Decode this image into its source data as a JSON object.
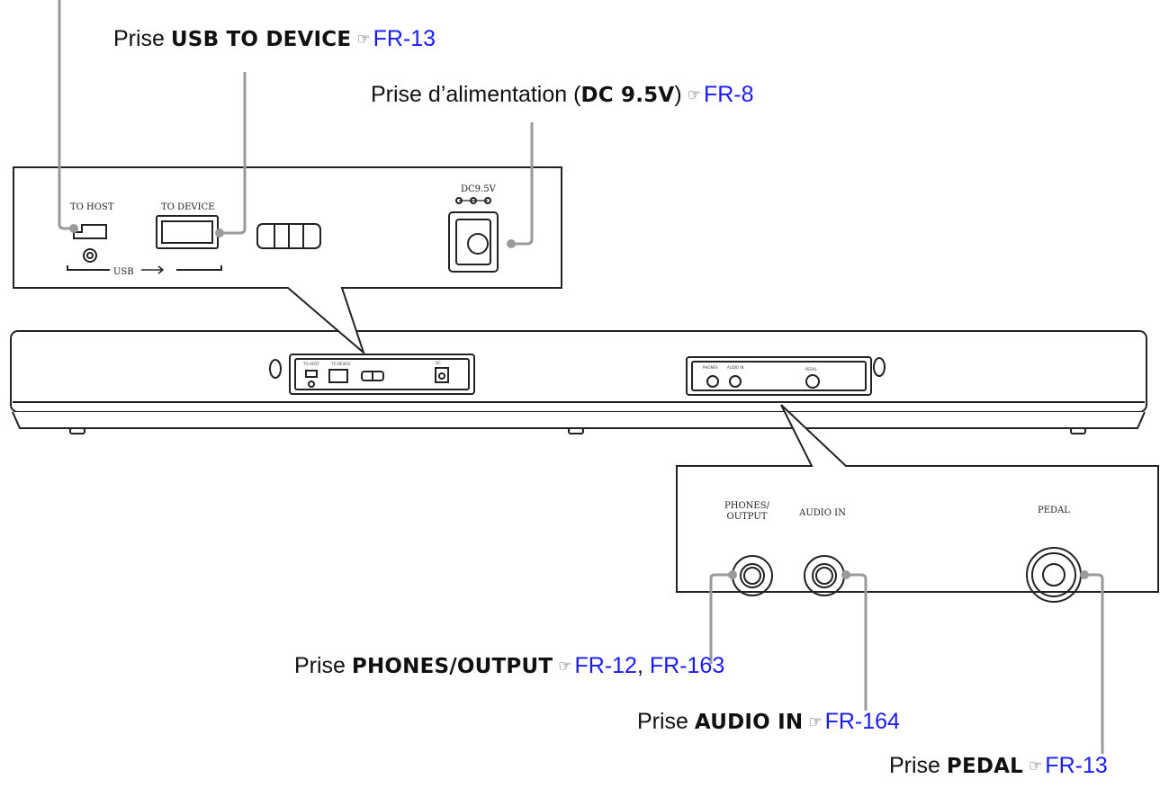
{
  "callouts": {
    "usb_device": {
      "prefix": "Prise",
      "name": "USB TO DEVICE",
      "ref_icon": "pointing-hand-icon",
      "refs": [
        "FR-13"
      ]
    },
    "power": {
      "prefix": "Prise d’alimentation (",
      "name": "DC 9.5V",
      "suffix": ")",
      "ref_icon": "pointing-hand-icon",
      "refs": [
        "FR-8"
      ]
    },
    "phones": {
      "prefix": "Prise",
      "name": "PHONES/OUTPUT",
      "ref_icon": "pointing-hand-icon",
      "refs": [
        "FR-12",
        "FR-163"
      ],
      "sep": ", "
    },
    "audio_in": {
      "prefix": "Prise",
      "name": "AUDIO IN",
      "ref_icon": "pointing-hand-icon",
      "refs": [
        "FR-164"
      ]
    },
    "pedal": {
      "prefix": "Prise",
      "name": "PEDAL",
      "ref_icon": "pointing-hand-icon",
      "refs": [
        "FR-13"
      ]
    }
  },
  "panel_labels": {
    "to_host": "TO HOST",
    "to_device": "TO DEVICE",
    "usb": "USB",
    "dc": "DC9.5V",
    "phones": [
      "PHONES/",
      "OUTPUT"
    ],
    "audio_in": "AUDIO IN",
    "pedal": "PEDAL"
  },
  "colors": {
    "reference_link": "#1a1aff",
    "leader_line": "#9a9a9a",
    "outline": "#222222"
  }
}
